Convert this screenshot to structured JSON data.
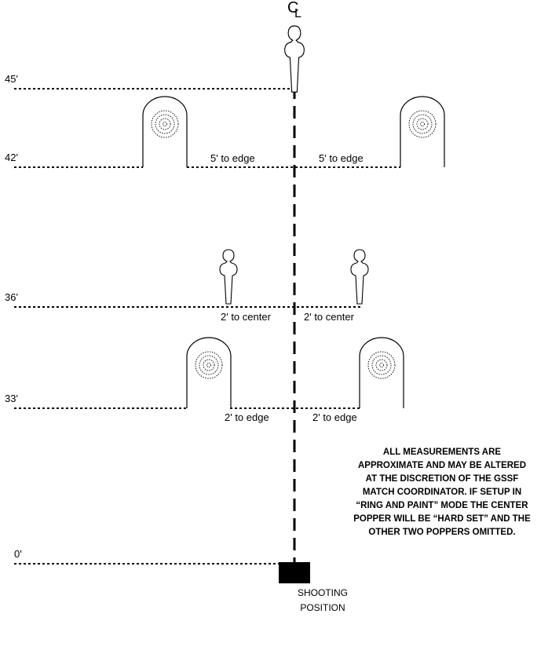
{
  "centerline_label": {
    "c": "C",
    "l": "L"
  },
  "distances": [
    "45'",
    "42'",
    "36'",
    "33'",
    "0'"
  ],
  "spacing_labels": {
    "row42_left": "5' to edge",
    "row42_right": "5' to edge",
    "row36_left": "2' to center",
    "row36_right": "2' to center",
    "row33_left": "2' to edge",
    "row33_right": "2' to edge"
  },
  "note_lines": [
    "ALL MEASUREMENTS ARE",
    "APPROXIMATE AND MAY BE ALTERED",
    "AT THE DISCRETION OF THE GSSF",
    "MATCH COORDINATOR. IF SETUP IN",
    "“RING AND PAINT” MODE THE CENTER",
    "POPPER WILL BE “HARD SET” AND THE",
    "OTHER TWO POPPERS OMITTED."
  ],
  "shooting_position": [
    "SHOOTING",
    "POSITION"
  ],
  "colors": {
    "line": "#000000",
    "background": "#ffffff"
  }
}
